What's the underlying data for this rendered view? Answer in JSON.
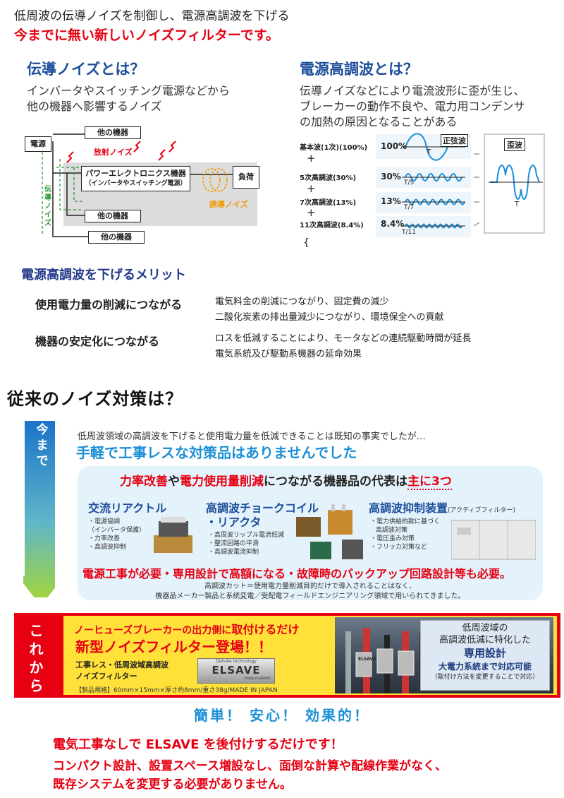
{
  "intro": {
    "line1": "低周波の伝導ノイズを制御し、電源高調波を下げる",
    "line2": "今までに無い新しいノイズフィルターです。"
  },
  "noise": {
    "heading": "伝導ノイズとは？",
    "desc1": "インバータやスイッチング電源などから",
    "desc2": "他の機器へ影響するノイズ",
    "diagram": {
      "power": "電源",
      "other1": "他の機器",
      "radiated": "放射ノイズ",
      "pe_line1": "パワーエレクトロニクス機器",
      "pe_line2": "（インバータやスイッチング電源）",
      "load": "負荷",
      "other2": "他の機器",
      "other3": "他の機器",
      "conducted": "伝導ノイズ",
      "induced": "誘導ノイズ"
    }
  },
  "harmonic": {
    "heading": "電源高調波とは？",
    "desc1": "伝導ノイズなどにより電流波形に歪が生じ、",
    "desc2": "ブレーカーの動作不良や、電力用コンデンサ",
    "desc3": "の加熱の原因となることがある",
    "rows": [
      {
        "label": "基本波(1次)(100%)",
        "pct": "100%",
        "period": "T"
      },
      {
        "label": "5次高調波(30%)",
        "pct": "30%",
        "period": "T/5"
      },
      {
        "label": "7次高調波(13%)",
        "pct": "13%",
        "period": "T/7"
      },
      {
        "label": "11次高調波(8.4%)",
        "pct": "8.4%",
        "period": "T/11"
      }
    ],
    "plus": "+",
    "brace": "{",
    "sine": "正弦波",
    "distorted": "歪波",
    "distorted_period": "T"
  },
  "merit": {
    "heading": "電源高調波を下げるメリット",
    "items": [
      {
        "title": "使用電力量の削減につながる",
        "line1": "電気料金の削減につながり、固定費の減少",
        "line2": "二酸化炭素の排出量減少につながり、環境保全への貢献"
      },
      {
        "title": "機器の安定化につながる",
        "line1": "ロスを低減することにより、モータなどの連続駆動時間が延長",
        "line2": "電気系統及び駆動系機器の延命効果"
      }
    ]
  },
  "conventional": {
    "heading": "従来のノイズ対策は？",
    "ima": "今まで",
    "past_text": "低周波領域の高調波を下げると使用電力量を低減できることは既知の事実でしたが…",
    "past_head": "手軽で工事レスな対策品はありませんでした",
    "panel_title_a": "力率改善",
    "panel_title_b": "や",
    "panel_title_c": "電力使用量削減",
    "panel_title_d": "につながる機器品の代表は",
    "panel_title_e": "主に3つ",
    "devices": [
      {
        "title": "交流リアクトル",
        "notes": [
          "・電源協調",
          "（インバータ保護）",
          "・力率改善",
          "・高調波抑制"
        ]
      },
      {
        "title": "高調波チョークコイル",
        "title2": "・リアクタ",
        "notes": [
          "・高周波リップル電流低減",
          "・整流回路の平滑",
          "・高調波電流抑制"
        ]
      },
      {
        "title": "高調波抑制装置",
        "subtitle": "(アクティブフィルター)",
        "notes": [
          "・電力供給約款に基づく",
          "高調波対策",
          "・電圧歪み対策",
          "・フリッカ対策など"
        ]
      }
    ],
    "warning": "電源工事が必要・専用設計で高額になる・故障時のバックアップ回路設計等も必要。",
    "foot1": "高調波カット＝使用電力量削減目的だけで導入されることはなく、",
    "foot2": "機器品メーカー製品と系統変電／受配電フィールドエンジニアリング領域で用いられてきました。"
  },
  "future": {
    "kore": "これから",
    "line1a": "ノーヒューズブレーカーの出力側に",
    "line1b": "取付けるだけ",
    "line2": "新型ノイズフィルター登場！！",
    "product1": "工事レス・低周波域高調波",
    "product2": "ノイズフィルター",
    "logo_small": "Dehoke technology",
    "logo_main": "ELSAVE",
    "logo_foot": "Made in JAPAN",
    "spec_label": "【製品規格】",
    "spec": "60mm×15mm×厚さ約8mm/重さ38g/MADE IN JAPAN",
    "photo_label": "ELSAVE",
    "badge1": "低周波域の",
    "badge2": "高調波低減に特化した",
    "badge3": "専用設計",
    "badge4": "大電力系統まで対応可能",
    "badge5": "（取付け方法を変更することで対応）"
  },
  "closing": {
    "slogan": "簡単！ 安心！ 効果的！",
    "line1": "電気工事なしで ELSAVE を後付けするだけです！",
    "line2": "コンパクト設計、設置スペース増設なし、面倒な計算や配線作業がなく、",
    "line3": "既存システムを変更する必要がありません。"
  },
  "colors": {
    "accent_red": "#e60012",
    "accent_blue": "#1d4e9b",
    "sky_blue": "#1b8fd6",
    "yellow": "#ffe13a",
    "arrow_green": "#9fd232"
  }
}
